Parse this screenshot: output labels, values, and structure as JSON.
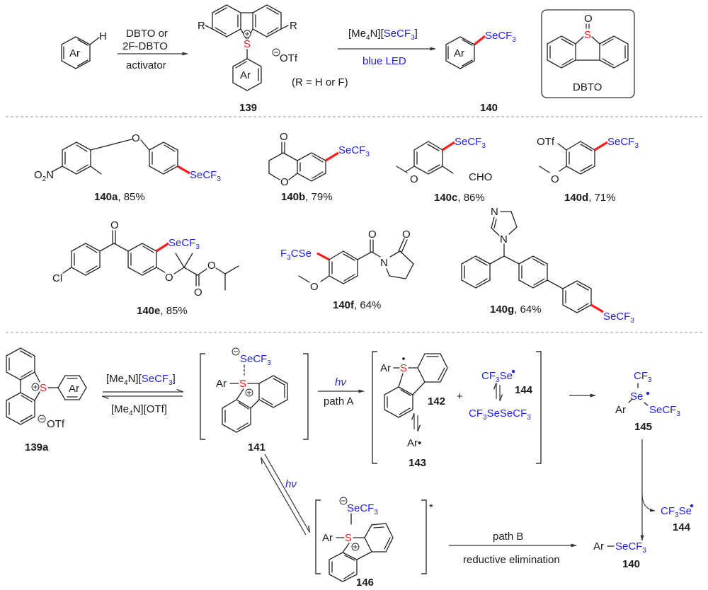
{
  "scheme": {
    "top_reaction": {
      "substrate_label": "Ar",
      "substrate_h": "H",
      "step1_reagents": [
        "DBTO or",
        "2F-DBTO",
        "activator"
      ],
      "intermediate_id": "139",
      "intermediate_r": "R",
      "intermediate_counterion": "OTf",
      "intermediate_r_note": "(R = H or F)",
      "step2_reagent_prefix": "[Me",
      "step2_reagent_sub4": "4",
      "step2_reagent_mid": "N][",
      "step2_reagent_blue": "SeCF",
      "step2_reagent_sub3": "3",
      "step2_reagent_end": "]",
      "step2_condition": "blue LED",
      "product_id": "140",
      "product_group": "SeCF",
      "product_group_sub": "3",
      "reagent_box_label": "DBTO",
      "reagent_box_o": "O",
      "reagent_box_s": "S"
    },
    "substrate_scope": [
      {
        "id": "140a",
        "yield": "85%"
      },
      {
        "id": "140b",
        "yield": "79%"
      },
      {
        "id": "140c",
        "yield": "86%"
      },
      {
        "id": "140d",
        "yield": "71%"
      },
      {
        "id": "140e",
        "yield": "85%"
      },
      {
        "id": "140f",
        "yield": "64%"
      },
      {
        "id": "140g",
        "yield": "64%"
      }
    ],
    "scope_labels": {
      "secf3": "SeCF",
      "sub3": "3",
      "f3cse_f": "F",
      "f3cse_rest": "CSe",
      "o2n_o": "O",
      "o2n_sub": "2",
      "o2n_n": "N",
      "O": "O",
      "N": "N",
      "Cl": "Cl",
      "CHO": "CHO",
      "OTf": "OTf"
    },
    "mechanism": {
      "start_id": "139a",
      "start_ar": "Ar",
      "start_counterion": "OTf",
      "eq_forward_prefix": "[Me",
      "eq_forward_sub": "4",
      "eq_forward_mid": "N][",
      "eq_forward_blue": "SeCF",
      "eq_forward_sub3": "3",
      "eq_forward_end": "]",
      "eq_reverse": "[Me4N][OTf]",
      "eq_reverse_prefix": "[Me",
      "eq_reverse_sub": "4",
      "eq_reverse_end": "N][OTf]",
      "int141_id": "141",
      "int141_ar": "Ar",
      "int141_secf3": "SeCF",
      "pathA_top": "hν",
      "pathA_bottom": "path A",
      "int142_id": "142",
      "int142_ar": "Ar",
      "int143_id": "143",
      "int143_label": "Ar•",
      "plus": "+",
      "radical144_label": "CF",
      "radical144_rest": "Se",
      "radical144_id": "144",
      "dimer_label": "CF3SeSeCF3",
      "int145_id": "145",
      "int145_cf3": "CF",
      "int145_se": "Se",
      "int145_ar": "Ar",
      "int145_secf3": "SeCF",
      "released_radical_id": "144",
      "photo_label": "hν",
      "int146_id": "146",
      "int146_star": "*",
      "pathB_top": "path B",
      "pathB_bottom": "reductive elimination",
      "final_ar": "Ar",
      "final_group": "SeCF",
      "final_id": "140"
    },
    "colors": {
      "sulfur": "#ff1a1a",
      "reagent_highlight": "#2222ee",
      "new_bond": "#ff1a1a"
    }
  }
}
